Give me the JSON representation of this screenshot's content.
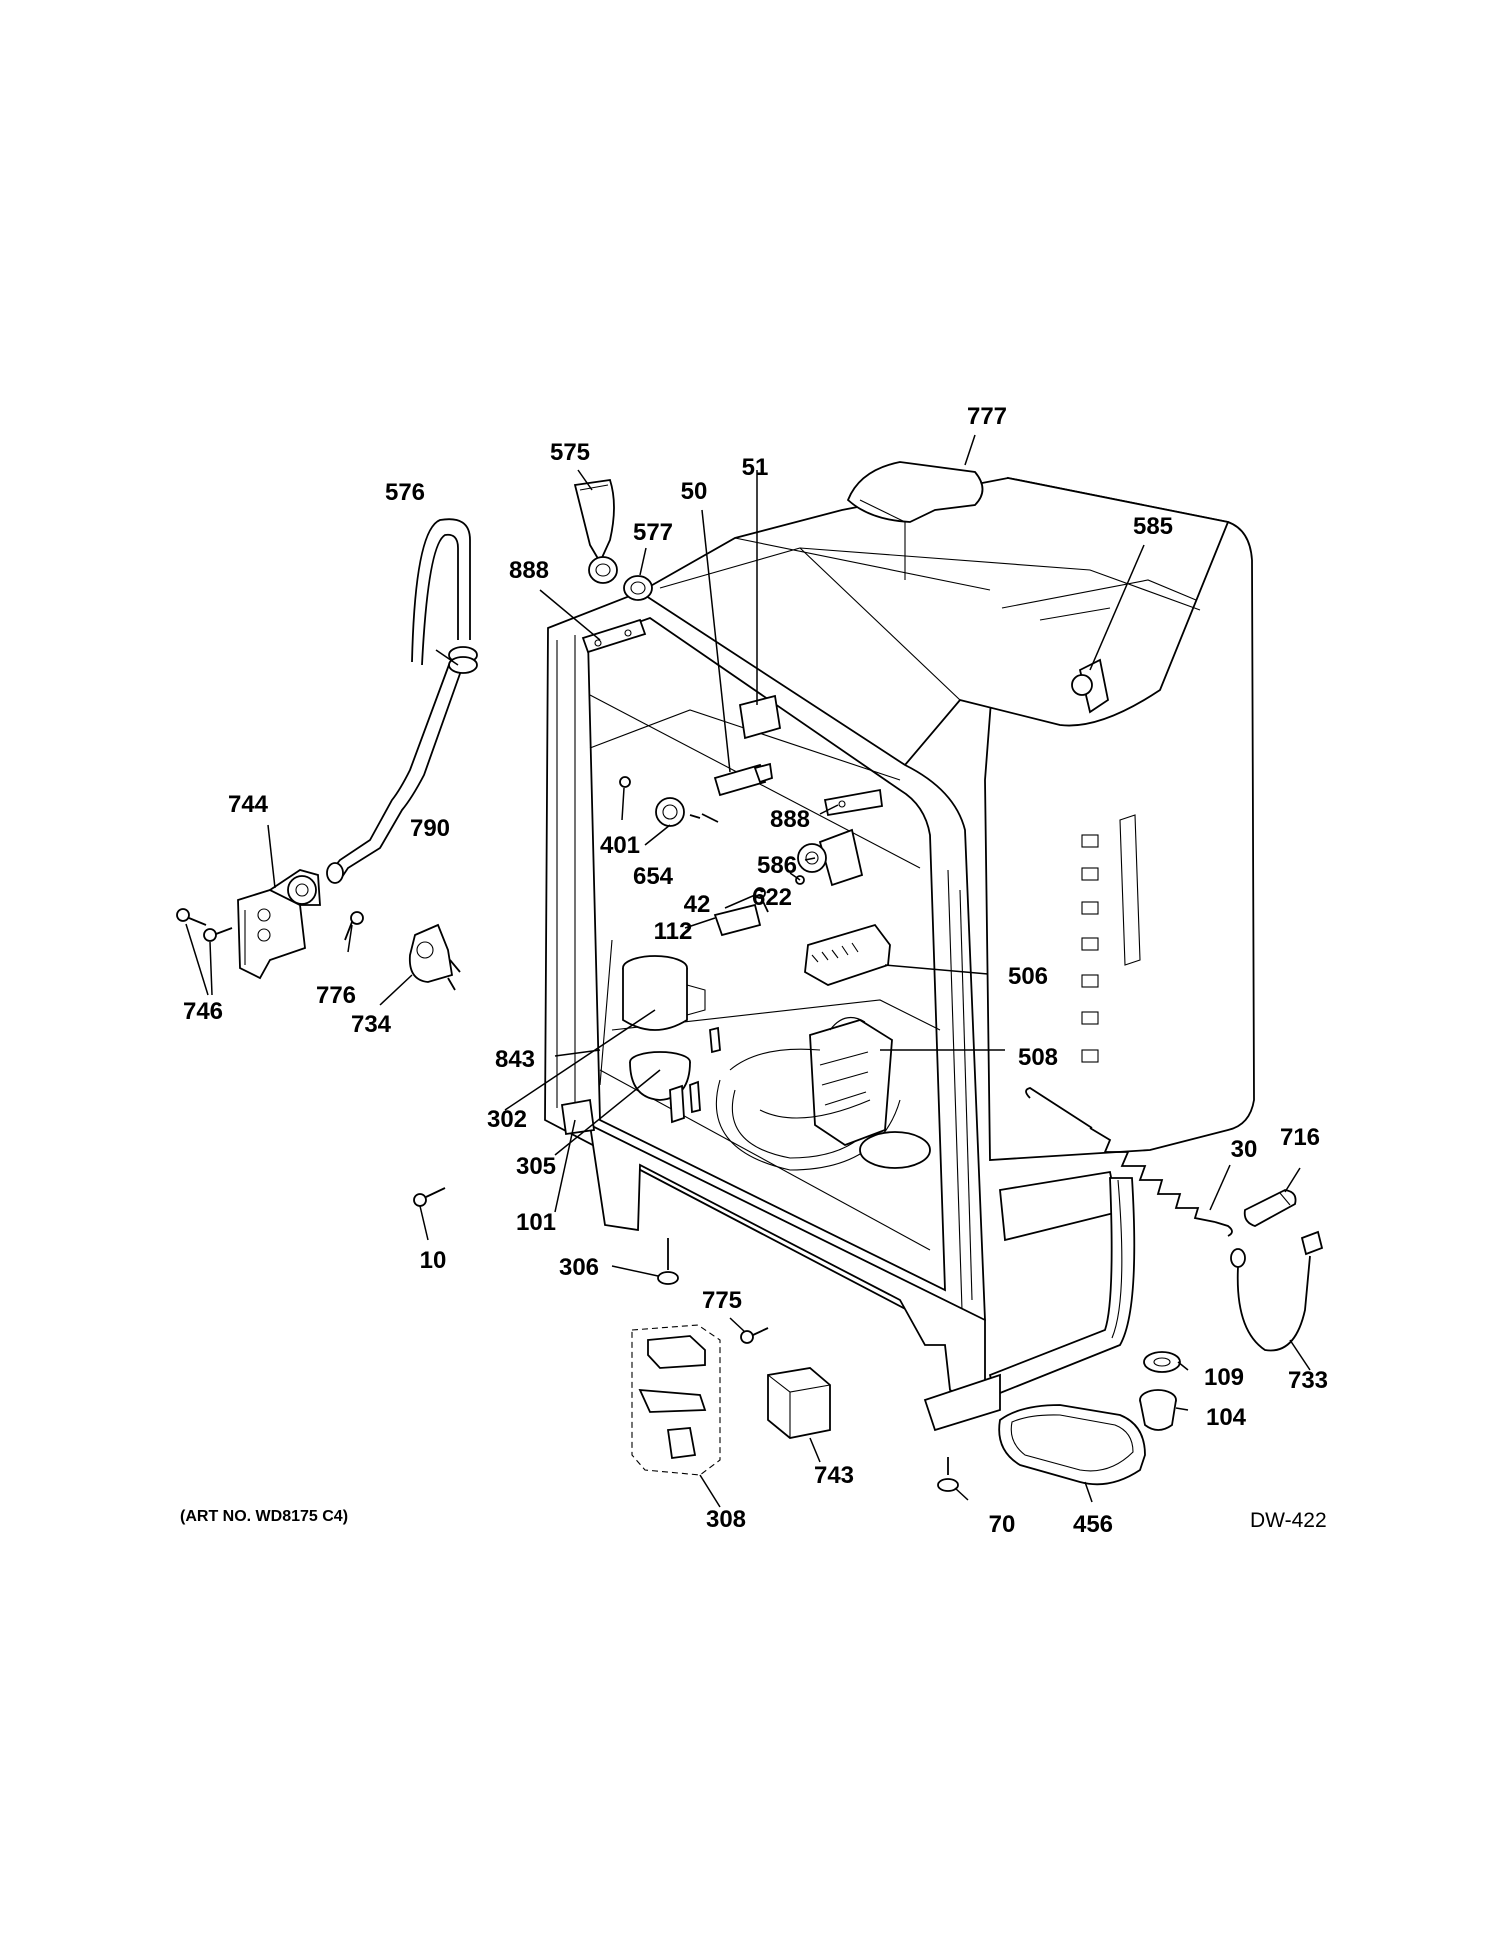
{
  "diagram": {
    "art_number": "(ART NO. WD8175 C4)",
    "drawing_code": "DW-422",
    "callouts": [
      {
        "id": "575",
        "label": "575"
      },
      {
        "id": "777",
        "label": "777"
      },
      {
        "id": "51",
        "label": "51"
      },
      {
        "id": "576",
        "label": "576"
      },
      {
        "id": "50",
        "label": "50"
      },
      {
        "id": "577",
        "label": "577"
      },
      {
        "id": "585",
        "label": "585"
      },
      {
        "id": "888a",
        "label": "888"
      },
      {
        "id": "888b",
        "label": "888"
      },
      {
        "id": "790",
        "label": "790"
      },
      {
        "id": "744",
        "label": "744"
      },
      {
        "id": "401",
        "label": "401"
      },
      {
        "id": "654",
        "label": "654"
      },
      {
        "id": "586",
        "label": "586"
      },
      {
        "id": "622",
        "label": "622"
      },
      {
        "id": "42",
        "label": "42"
      },
      {
        "id": "112",
        "label": "112"
      },
      {
        "id": "746",
        "label": "746"
      },
      {
        "id": "776",
        "label": "776"
      },
      {
        "id": "734",
        "label": "734"
      },
      {
        "id": "506",
        "label": "506"
      },
      {
        "id": "843",
        "label": "843"
      },
      {
        "id": "508",
        "label": "508"
      },
      {
        "id": "302",
        "label": "302"
      },
      {
        "id": "305",
        "label": "305"
      },
      {
        "id": "30",
        "label": "30"
      },
      {
        "id": "716",
        "label": "716"
      },
      {
        "id": "101",
        "label": "101"
      },
      {
        "id": "10",
        "label": "10"
      },
      {
        "id": "306",
        "label": "306"
      },
      {
        "id": "775",
        "label": "775"
      },
      {
        "id": "109",
        "label": "109"
      },
      {
        "id": "733",
        "label": "733"
      },
      {
        "id": "104",
        "label": "104"
      },
      {
        "id": "743",
        "label": "743"
      },
      {
        "id": "308",
        "label": "308"
      },
      {
        "id": "70",
        "label": "70"
      },
      {
        "id": "456",
        "label": "456"
      }
    ]
  }
}
